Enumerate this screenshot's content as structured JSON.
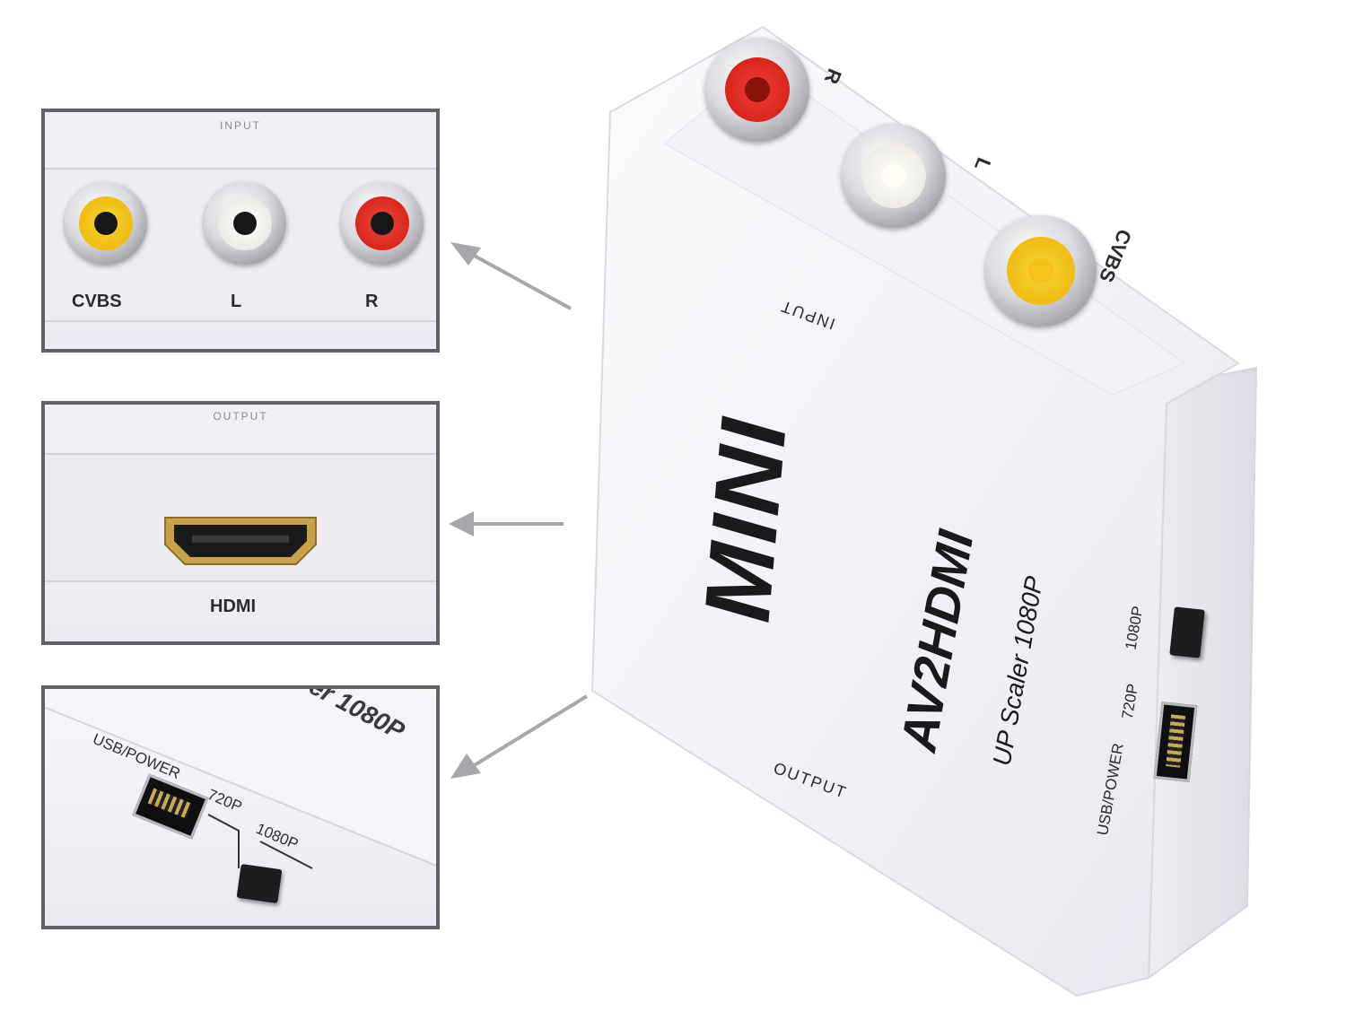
{
  "colors": {
    "frame": "#5f6166",
    "device_white": "#f4f3f8",
    "rca_red": "#d8261e",
    "rca_white": "#f1efe8",
    "rca_yellow": "#f5c11a",
    "hdmi_gold": "#c8a24a",
    "arrow": "#a7a7ab"
  },
  "panel_input": {
    "header": "INPUT",
    "ports": [
      {
        "label": "CVBS",
        "color": "yellow"
      },
      {
        "label": "L",
        "color": "white"
      },
      {
        "label": "R",
        "color": "red"
      }
    ]
  },
  "panel_output": {
    "header": "OUTPUT",
    "port_label": "HDMI"
  },
  "panel_power": {
    "usb_label": "USB/POWER",
    "switch_720": "720P",
    "switch_1080": "1080P",
    "partial_text": "er 1080P"
  },
  "device": {
    "brand": "MINI",
    "model": "AV2HDMI",
    "subtitle": "UP Scaler 1080P",
    "input_label": "INPUT",
    "output_label": "OUTPUT",
    "port_r": "R",
    "port_l": "L",
    "port_cvbs": "CVBS",
    "side_usb": "USB/POWER",
    "side_720": "720P",
    "side_1080": "1080P"
  }
}
